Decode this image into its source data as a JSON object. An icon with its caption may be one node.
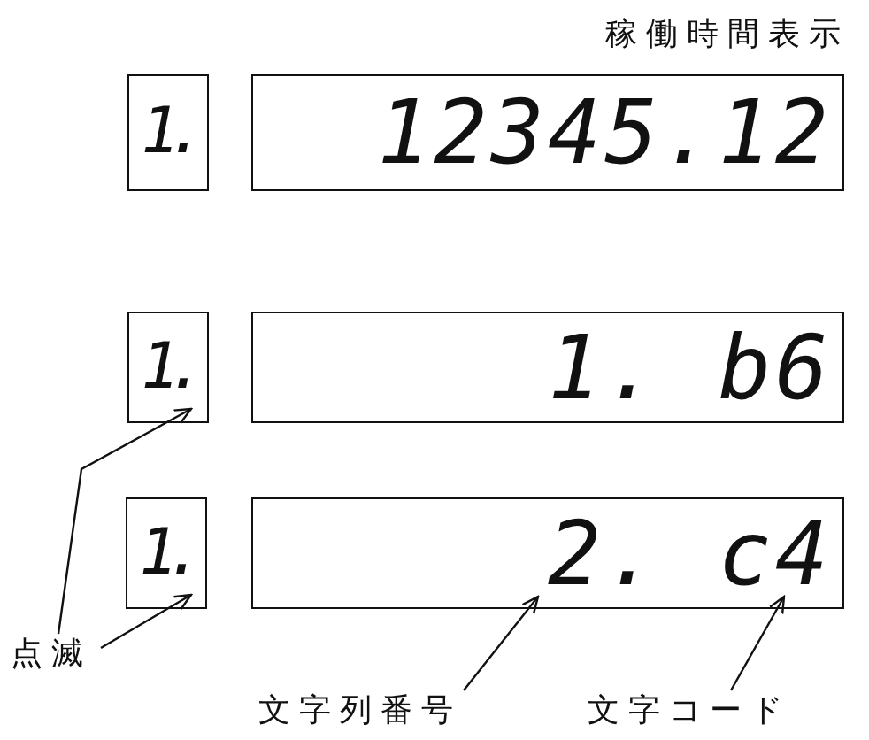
{
  "diagram": {
    "nodes": [
      {
        "text": [
          "1."
        ]
      },
      {
        "text": [
          "12345.12"
        ],
        "beside": [
          "稼働時間表示"
        ]
      },
      {
        "text": [
          "1."
        ]
      },
      {
        "text": [
          "1. b6"
        ]
      },
      {
        "text": [
          "1."
        ]
      },
      {
        "text": [
          "2. c4"
        ]
      },
      {
        "text": [
          "点滅"
        ]
      },
      {
        "text": [
          "文字列番号"
        ]
      },
      {
        "text": [
          "文字コード"
        ]
      }
    ],
    "edges": [
      {
        "from": 6,
        "to": 2,
        "arrow": "to"
      },
      {
        "from": 6,
        "to": 4,
        "arrow": "to"
      },
      {
        "from": 7,
        "to": 5,
        "arrow": "to"
      },
      {
        "from": 8,
        "to": 5,
        "arrow": "to"
      }
    ]
  }
}
